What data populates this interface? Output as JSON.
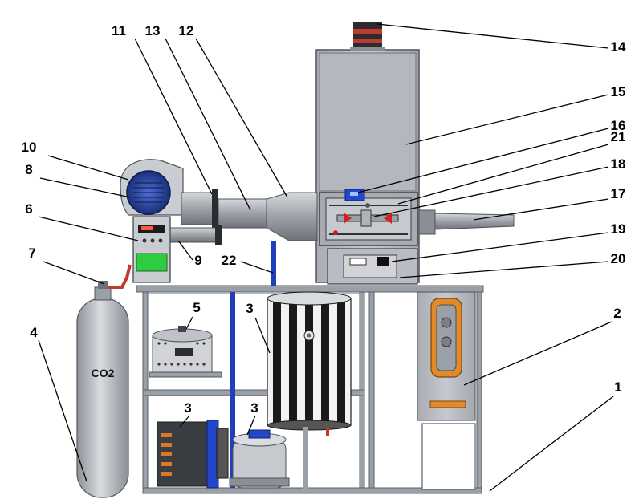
{
  "tank_label": "CO2",
  "callouts": [
    {
      "id": "1",
      "label": "1"
    },
    {
      "id": "2",
      "label": "2"
    },
    {
      "id": "3a",
      "label": "3"
    },
    {
      "id": "3b",
      "label": "3"
    },
    {
      "id": "3c",
      "label": "3"
    },
    {
      "id": "4",
      "label": "4"
    },
    {
      "id": "5",
      "label": "5"
    },
    {
      "id": "6",
      "label": "6"
    },
    {
      "id": "7",
      "label": "7"
    },
    {
      "id": "8",
      "label": "8"
    },
    {
      "id": "9",
      "label": "9"
    },
    {
      "id": "10",
      "label": "10"
    },
    {
      "id": "11",
      "label": "11"
    },
    {
      "id": "12",
      "label": "12"
    },
    {
      "id": "13",
      "label": "13"
    },
    {
      "id": "14",
      "label": "14"
    },
    {
      "id": "15",
      "label": "15"
    },
    {
      "id": "16",
      "label": "16"
    },
    {
      "id": "17",
      "label": "17"
    },
    {
      "id": "18",
      "label": "18"
    },
    {
      "id": "19",
      "label": "19"
    },
    {
      "id": "20",
      "label": "20"
    },
    {
      "id": "21",
      "label": "21"
    },
    {
      "id": "22",
      "label": "22"
    }
  ],
  "colors": {
    "background": "#ffffff",
    "frame": "#8a8f96",
    "panel": "#b9bcc2",
    "tank": "#b8bcc2",
    "tank_valve": "#c0392b",
    "controller_green": "#2ecc40",
    "blue_pipe": "#1f3fbf",
    "orange_panel": "#e08a2a",
    "leader_line": "#000000"
  }
}
